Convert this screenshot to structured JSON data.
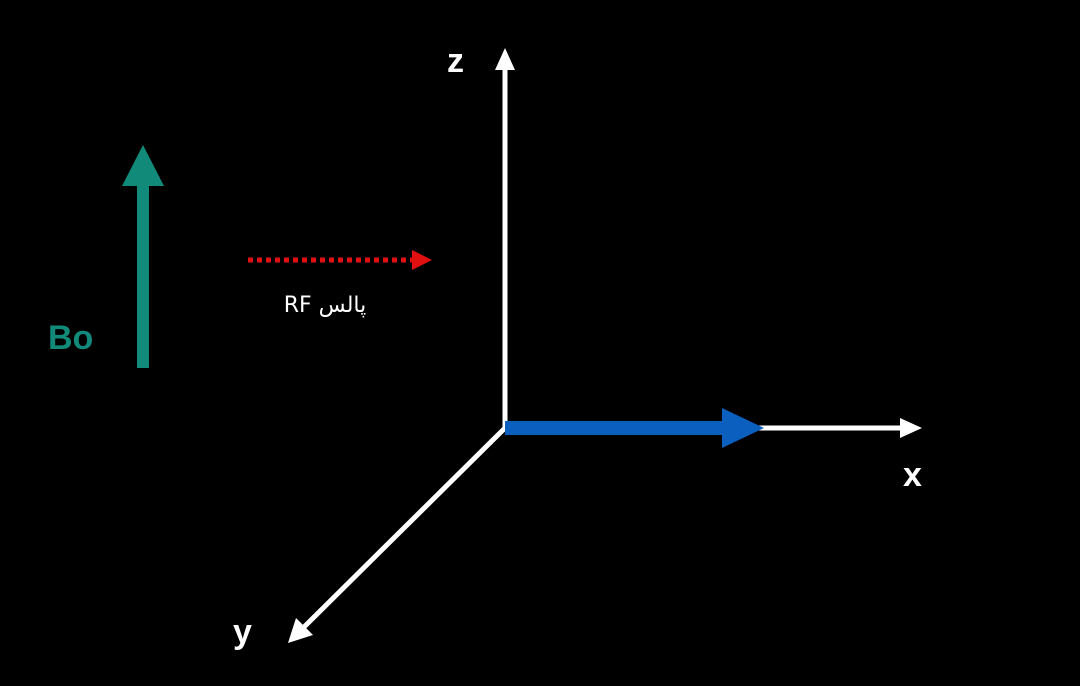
{
  "diagram": {
    "background": "#000000",
    "colors": {
      "axes": "#ffffff",
      "field": "#128a79",
      "pulse": "#e01010",
      "magnetization": "#0b5fbf",
      "labels": "#ffffff"
    },
    "field": {
      "label": "Bo",
      "direction": "up"
    },
    "rf_pulse": {
      "label": "پالس RF",
      "style": "dotted",
      "direction": "right"
    },
    "axes": {
      "z_label": "z",
      "x_label": "x",
      "y_label": "y"
    },
    "magnetization_vector": {
      "direction": "along-x"
    }
  }
}
